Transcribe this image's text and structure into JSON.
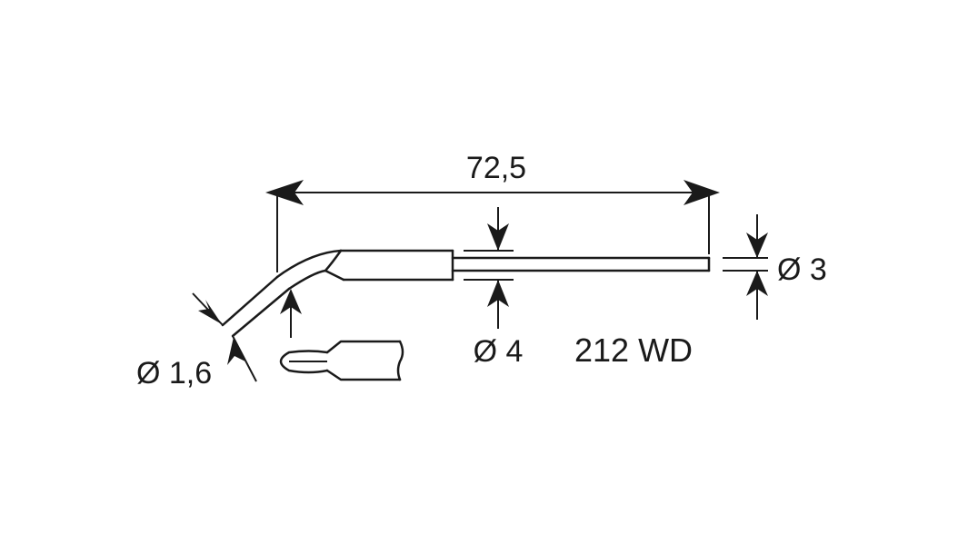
{
  "drawing": {
    "model": "212 WD",
    "dimensions": {
      "length": "72,5",
      "tip_diameter": "Ø 1,6",
      "shaft_diameter": "Ø 4",
      "pin_diameter": "Ø 3"
    },
    "colors": {
      "ink": "#1a1a1a",
      "background": "#ffffff"
    }
  }
}
